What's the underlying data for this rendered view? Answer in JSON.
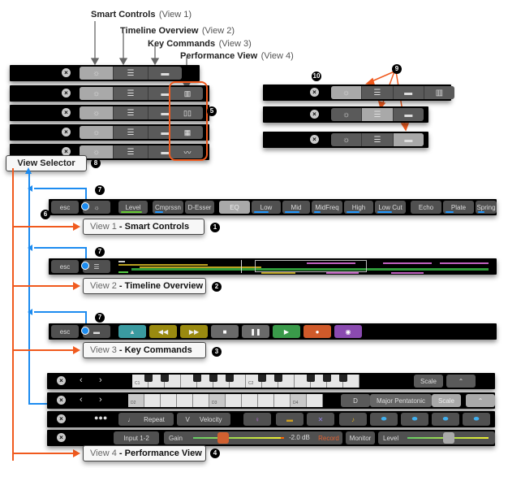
{
  "top_labels": [
    {
      "bold": "Smart Controls",
      "light": "(View 1)"
    },
    {
      "bold": "Timeline Overview",
      "light": "(View 2)"
    },
    {
      "bold": "Key Commands",
      "light": "(View 3)"
    },
    {
      "bold": "Performance View",
      "light": "(View 4)"
    }
  ],
  "selector_icons": [
    "sun-icon",
    "timeline-icon",
    "key-command-icon"
  ],
  "perf_icons": [
    "piano-icon",
    "drum-icon",
    "grid-icon",
    "waveform-icon"
  ],
  "callouts": {
    "n1": "1",
    "n2": "2",
    "n3": "3",
    "n4": "4",
    "n5": "5",
    "n6": "6",
    "n7": "7",
    "n8": "8",
    "n9": "9",
    "n10": "10"
  },
  "view_selector_label": "View Selector",
  "views": [
    {
      "light": "View 1",
      "sep": " - ",
      "bold": "Smart Controls"
    },
    {
      "light": "View 2",
      "sep": " - ",
      "bold": "Timeline Overview"
    },
    {
      "light": "View 3",
      "sep": " - ",
      "bold": "Key Commands"
    },
    {
      "light": "View 4",
      "sep": " - ",
      "bold": "Performance View"
    }
  ],
  "esc_label": "esc",
  "smart_controls": [
    "Level",
    "Cmprssn",
    "D-Esser",
    "EQ",
    "Low",
    "Mid",
    "MidFreq",
    "High",
    "Low Cut",
    "Echo",
    "Plate",
    "Spring"
  ],
  "keyboard": {
    "row1_labels": [
      "C1",
      "C2"
    ],
    "row2_labels": [
      "D2",
      "D3",
      "D4"
    ],
    "scale_label": "Scale",
    "key": "D",
    "scale_name": "Major Pentatonic"
  },
  "perf_row3": {
    "repeat": "Repeat",
    "velocity": "Velocity"
  },
  "perf_row4": {
    "input": "Input 1-2",
    "gain": "Gain",
    "gain_value": "-2.0 dB",
    "record": "Record",
    "monitor": "Monitor",
    "level": "Level"
  },
  "colors": {
    "orange": "#f05a1e",
    "blue": "#1d8cf0"
  }
}
